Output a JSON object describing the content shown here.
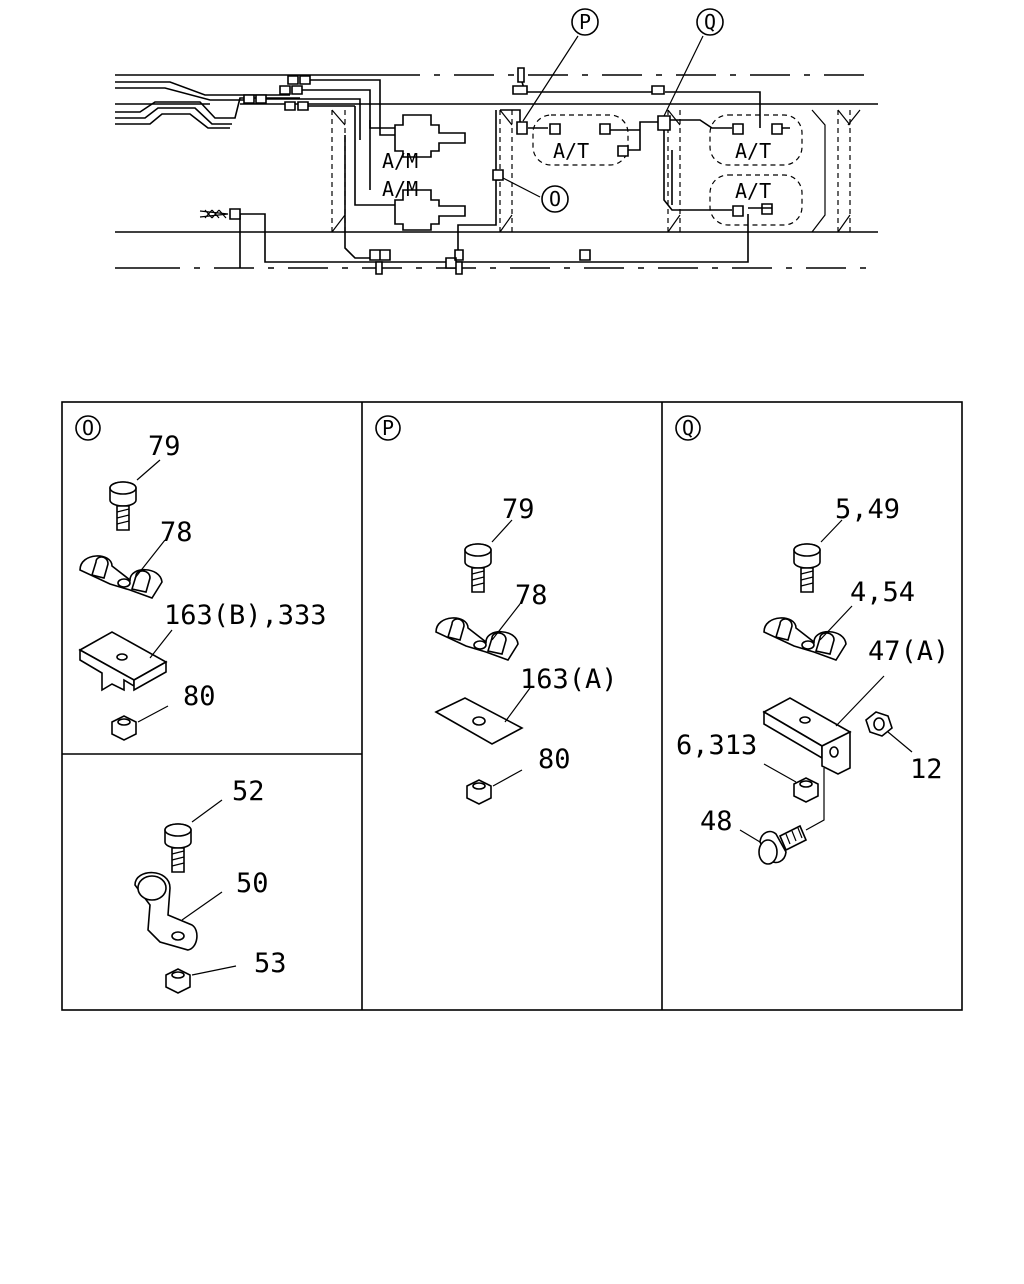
{
  "overview": {
    "callouts": [
      {
        "id": "P",
        "letter": "P"
      },
      {
        "id": "Q",
        "letter": "Q"
      },
      {
        "id": "O",
        "letter": "O"
      }
    ],
    "valve_labels": [
      "A/M",
      "A/M",
      "A/T",
      "A/T",
      "A/T"
    ]
  },
  "detail_panels": {
    "O": {
      "letter": "O",
      "labels": {
        "bolt": "79",
        "clip": "78",
        "bracket": "163(B),333",
        "nut": "80"
      }
    },
    "O_lower": {
      "labels": {
        "bolt": "52",
        "clamp": "50",
        "nut": "53"
      }
    },
    "P": {
      "letter": "P",
      "labels": {
        "bolt": "79",
        "clip": "78",
        "plate": "163(A)",
        "nut": "80"
      }
    },
    "Q": {
      "letter": "Q",
      "labels": {
        "bolt": "5,49",
        "clip": "4,54",
        "bracket": "47(A)",
        "washer_nut": "6,313",
        "nut": "12",
        "bolt_bottom": "48"
      }
    }
  }
}
